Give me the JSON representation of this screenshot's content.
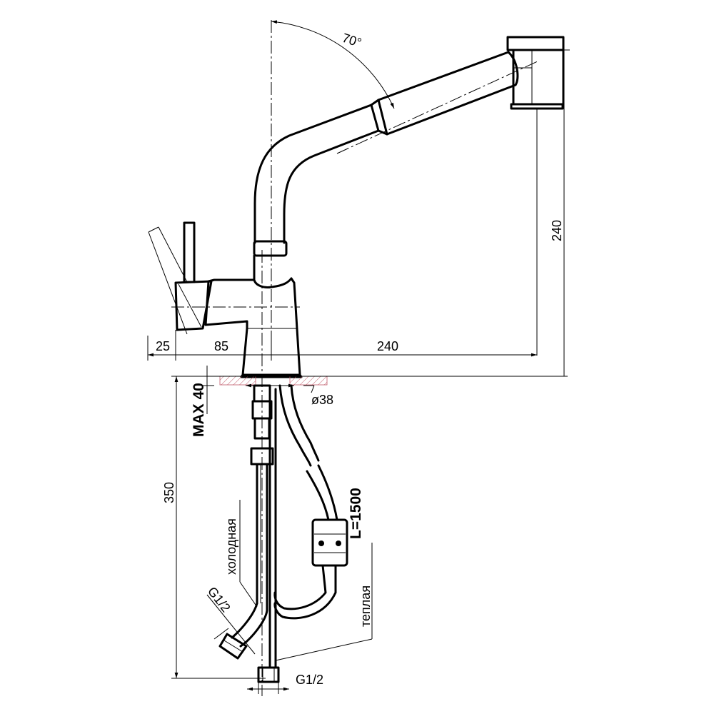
{
  "drawing": {
    "angle_label": "70°",
    "height_spout": "240",
    "dim_lever": "25",
    "dim_body": "85",
    "dim_reach": "240",
    "diameter_hole": "ø38",
    "max_thickness": "MAX 40",
    "hose_length_vertical": "350",
    "hose_length_label": "L=1500",
    "cold_label": "холодная",
    "warm_label": "теплая",
    "thread_side": "G1/2",
    "thread_bottom": "G1/2"
  }
}
